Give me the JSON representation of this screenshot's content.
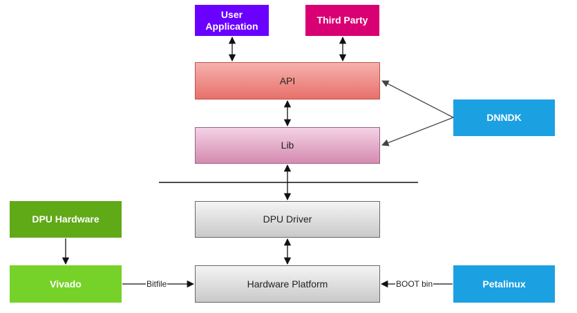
{
  "nodes": {
    "user_application": "User Application",
    "third_party": "Third Party",
    "api": "API",
    "lib": "Lib",
    "dnndk": "DNNDK",
    "dpu_driver": "DPU Driver",
    "hardware_platform": "Hardware Platform",
    "dpu_hardware": "DPU Hardware",
    "vivado": "Vivado",
    "petalinux": "Petalinux"
  },
  "edge_labels": {
    "vivado_to_platform": "Bitfile",
    "petalinux_to_platform": "BOOT bin"
  },
  "colors": {
    "user_application": "#6a00ff",
    "third_party": "#d80073",
    "api": "#e8706a",
    "lib": "#d58bb0",
    "driver_platform": "#d9d9d9",
    "dnndk": "#1ba1e2",
    "petalinux": "#1ba1e2",
    "dpu_hardware": "#60a917",
    "vivado": "#76d228"
  }
}
